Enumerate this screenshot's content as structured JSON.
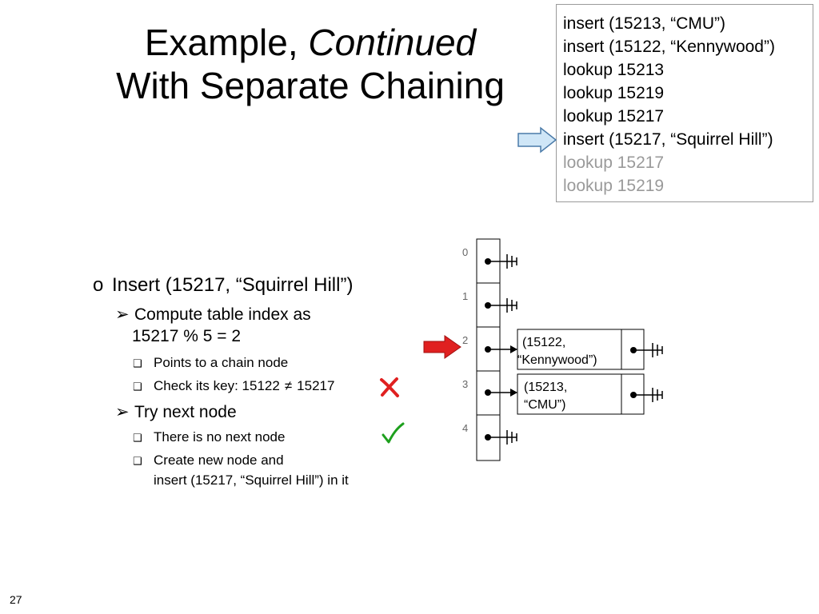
{
  "title": {
    "line1_prefix": "Example, ",
    "line1_italic": "Continued",
    "line2": "With Separate Chaining"
  },
  "operations": [
    {
      "text": "insert (15213, “CMU”)",
      "state": "done"
    },
    {
      "text": "insert (15122, “Kennywood”)",
      "state": "done"
    },
    {
      "text": "lookup 15213",
      "state": "done"
    },
    {
      "text": "lookup 15219",
      "state": "done"
    },
    {
      "text": "lookup 15217",
      "state": "done"
    },
    {
      "text": "insert (15217, “Squirrel Hill”)",
      "state": "current"
    },
    {
      "text": "lookup 15217",
      "state": "future"
    },
    {
      "text": "lookup 15219",
      "state": "future"
    }
  ],
  "explanation": {
    "main": "Insert (15217, “Squirrel Hill”)",
    "sub1_line1": "Compute table index as",
    "sub1_line2": "15217 % 5 = 2",
    "sub1a": "Points to a chain node",
    "sub1b_prefix": "Check its key: 15122",
    "sub1b_ne": "≠",
    "sub1b_suffix": "15217",
    "sub2": "Try next node",
    "sub2a": "There is no next node",
    "sub2b_line1": "Create new node and",
    "sub2b_line2": "insert (15217, “Squirrel Hill”) in it"
  },
  "marks": {
    "fail": "✘",
    "ok": "✓",
    "fail_color": "#e02020",
    "ok_color": "#1ea01e"
  },
  "table": {
    "indices": [
      "0",
      "1",
      "2",
      "3",
      "4"
    ],
    "highlighted_index": "2",
    "chains": [
      {
        "index": 2,
        "line1": "(15122,",
        "line2": "“Kennywood”)"
      },
      {
        "index": 3,
        "line1": "(15213,",
        "line2": "“CMU”)"
      }
    ]
  },
  "colors": {
    "pointer_arrow": "#cfe6f7",
    "pointer_arrow_border": "#4a7aa8",
    "index_arrow": "#e02020"
  },
  "page_number": "27"
}
